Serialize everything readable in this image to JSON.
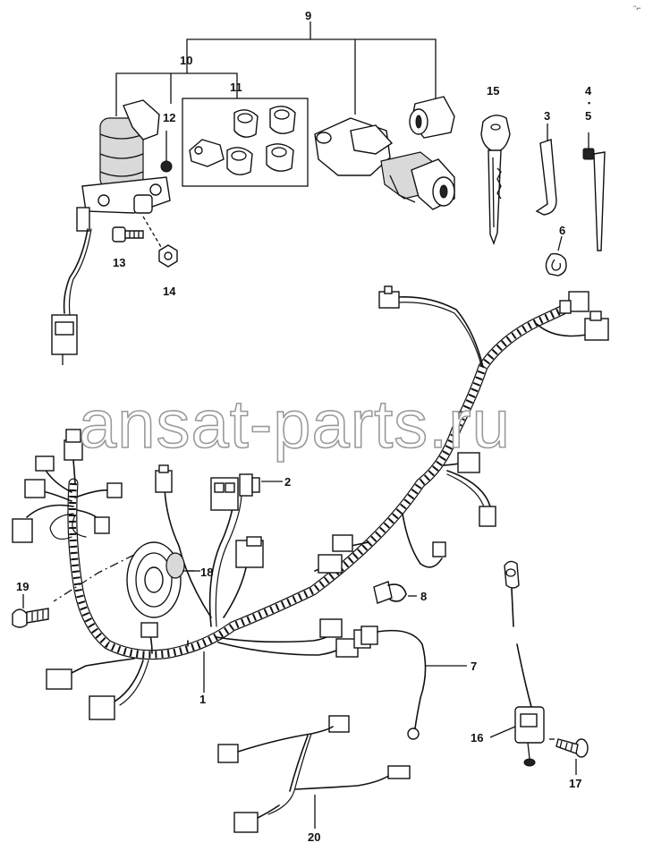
{
  "watermark": "ansat-parts.ru",
  "corner_mark": "ᵔ⌐",
  "parts": [
    {
      "id": "p1",
      "label": "1"
    },
    {
      "id": "p2",
      "label": "2"
    },
    {
      "id": "p3",
      "label": "3"
    },
    {
      "id": "p4",
      "label": "4"
    },
    {
      "id": "p5",
      "label": "5"
    },
    {
      "id": "p6",
      "label": "6"
    },
    {
      "id": "p7",
      "label": "7"
    },
    {
      "id": "p8",
      "label": "8"
    },
    {
      "id": "p9",
      "label": "9"
    },
    {
      "id": "p10",
      "label": "10"
    },
    {
      "id": "p11",
      "label": "11"
    },
    {
      "id": "p12",
      "label": "12"
    },
    {
      "id": "p13",
      "label": "13"
    },
    {
      "id": "p14",
      "label": "14"
    },
    {
      "id": "p15",
      "label": "15"
    },
    {
      "id": "p16",
      "label": "16"
    },
    {
      "id": "p17",
      "label": "17"
    },
    {
      "id": "p18",
      "label": "18"
    },
    {
      "id": "p19",
      "label": "19"
    },
    {
      "id": "p20",
      "label": "20"
    }
  ]
}
